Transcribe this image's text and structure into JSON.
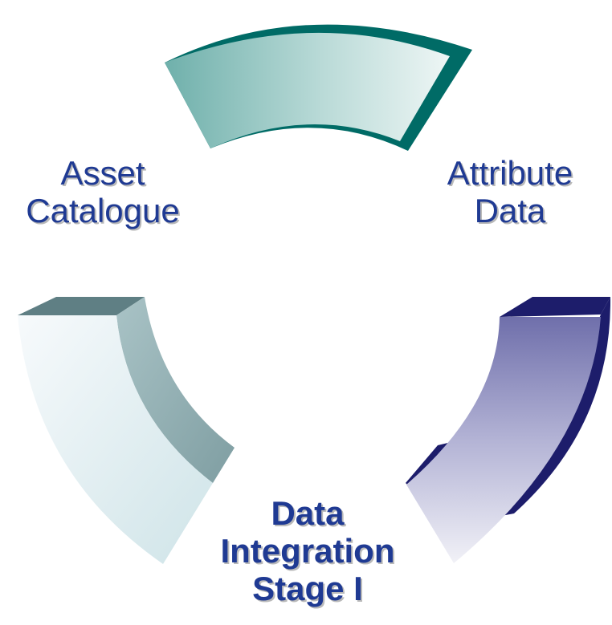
{
  "diagram": {
    "segments": [
      {
        "name": "top-segment",
        "colors": {
          "light": "#eaf3f2",
          "mid": "#9cc9c5",
          "dark": "#5ea7a2",
          "side": "#006b66"
        }
      },
      {
        "name": "right-segment",
        "colors": {
          "light": "#f2f2f8",
          "mid": "#a9a9cf",
          "dark": "#6a6aa6",
          "side": "#1d1d6b"
        }
      },
      {
        "name": "left-segment",
        "colors": {
          "light": "#f3f8fb",
          "mid": "#d3e6ea",
          "dark": "#7f9ea2",
          "side": "#5f7f84"
        }
      }
    ],
    "labels": {
      "asset": {
        "line1": "Asset",
        "line2": "Catalogue"
      },
      "attribute": {
        "line1": "Attribute",
        "line2": "Data"
      },
      "integration": {
        "line1": "Data",
        "line2": "Integration",
        "line3": "Stage I"
      }
    },
    "label_color": "#1f3a93"
  }
}
